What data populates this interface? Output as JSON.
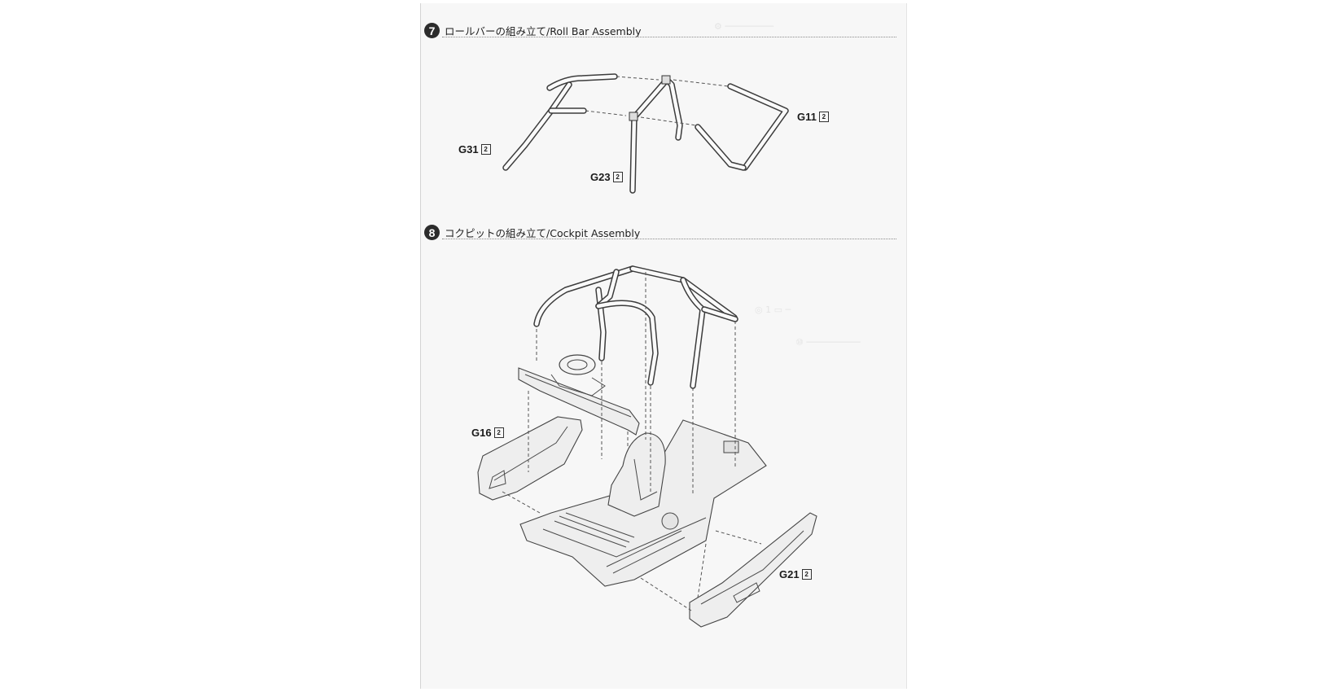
{
  "steps": [
    {
      "number": "7",
      "title": "ロールバーの組み立て/Roll Bar Assembly"
    },
    {
      "number": "8",
      "title": "コクピットの組み立て/Cockpit Assembly"
    }
  ],
  "parts": [
    {
      "code": "G31",
      "qty": "2"
    },
    {
      "code": "G23",
      "qty": "2"
    },
    {
      "code": "G11",
      "qty": "2"
    },
    {
      "code": "G16",
      "qty": "2"
    },
    {
      "code": "G21",
      "qty": "2"
    }
  ]
}
